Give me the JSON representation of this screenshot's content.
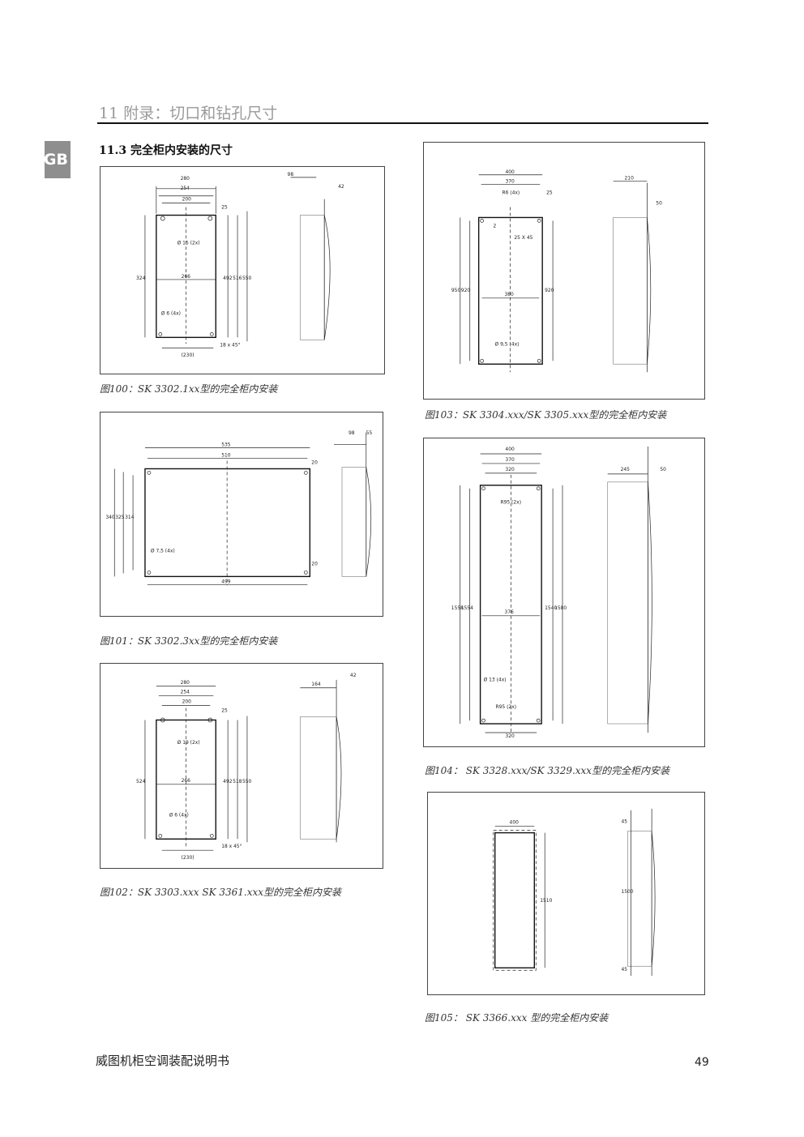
{
  "header": {
    "tab_label": "GB",
    "chapter_title": "11 附录：切口和钻孔尺寸",
    "section_title": "11.3 完全柜内安装的尺寸"
  },
  "figures": {
    "fig100": {
      "caption": "图100：SK 3302.1xx型的完全柜内安装",
      "labels": [
        "280",
        "254",
        "200",
        "25",
        "98",
        "42",
        "Ø 15 (2x)",
        "266",
        "324",
        "492",
        "516",
        "550",
        "Ø 6 (4x)",
        "18 x 45°",
        "(230)"
      ]
    },
    "fig101": {
      "caption": "图101：SK 3302.3xx型的完全柜内安装",
      "labels": [
        "535",
        "510",
        "20",
        "98",
        "55",
        "340",
        "325",
        "314",
        "Ø 7,5 (4x)",
        "20",
        "499"
      ]
    },
    "fig102": {
      "caption": "图102：SK 3303.xxx SK 3361.xxx型的完全柜内安装",
      "labels": [
        "280",
        "254",
        "200",
        "25",
        "164",
        "42",
        "Ø 19 (2x)",
        "266",
        "524",
        "492",
        "518",
        "550",
        "Ø 6 (4x)",
        "18 x 45°",
        "(230)"
      ]
    },
    "fig103": {
      "caption": "图103：SK 3304.xxx/SK 3305.xxx型的完全柜内安装",
      "labels": [
        "400",
        "370",
        "R6 (4x)",
        "25",
        "210",
        "50",
        "2",
        "25 X 45",
        "950",
        "920",
        "380",
        "920",
        "Ø 9,5 (4x)"
      ]
    },
    "fig104": {
      "caption": "图104： SK 3328.xxx/SK 3329.xxx型的完全柜内安装",
      "labels": [
        "400",
        "370",
        "320",
        "245",
        "50",
        "R95 (2x)",
        "1558",
        "1554",
        "376",
        "1540",
        "1580",
        "Ø 13 (4x)",
        "R95 (2x)",
        "320"
      ]
    },
    "fig105": {
      "caption": "图105： SK 3366.xxx 型的完全柜内安装",
      "labels": [
        "400",
        "1510",
        "45",
        "1500",
        "45"
      ]
    }
  },
  "footer": {
    "manual_title": "威图机柜空调装配说明书",
    "page_number": "49"
  }
}
